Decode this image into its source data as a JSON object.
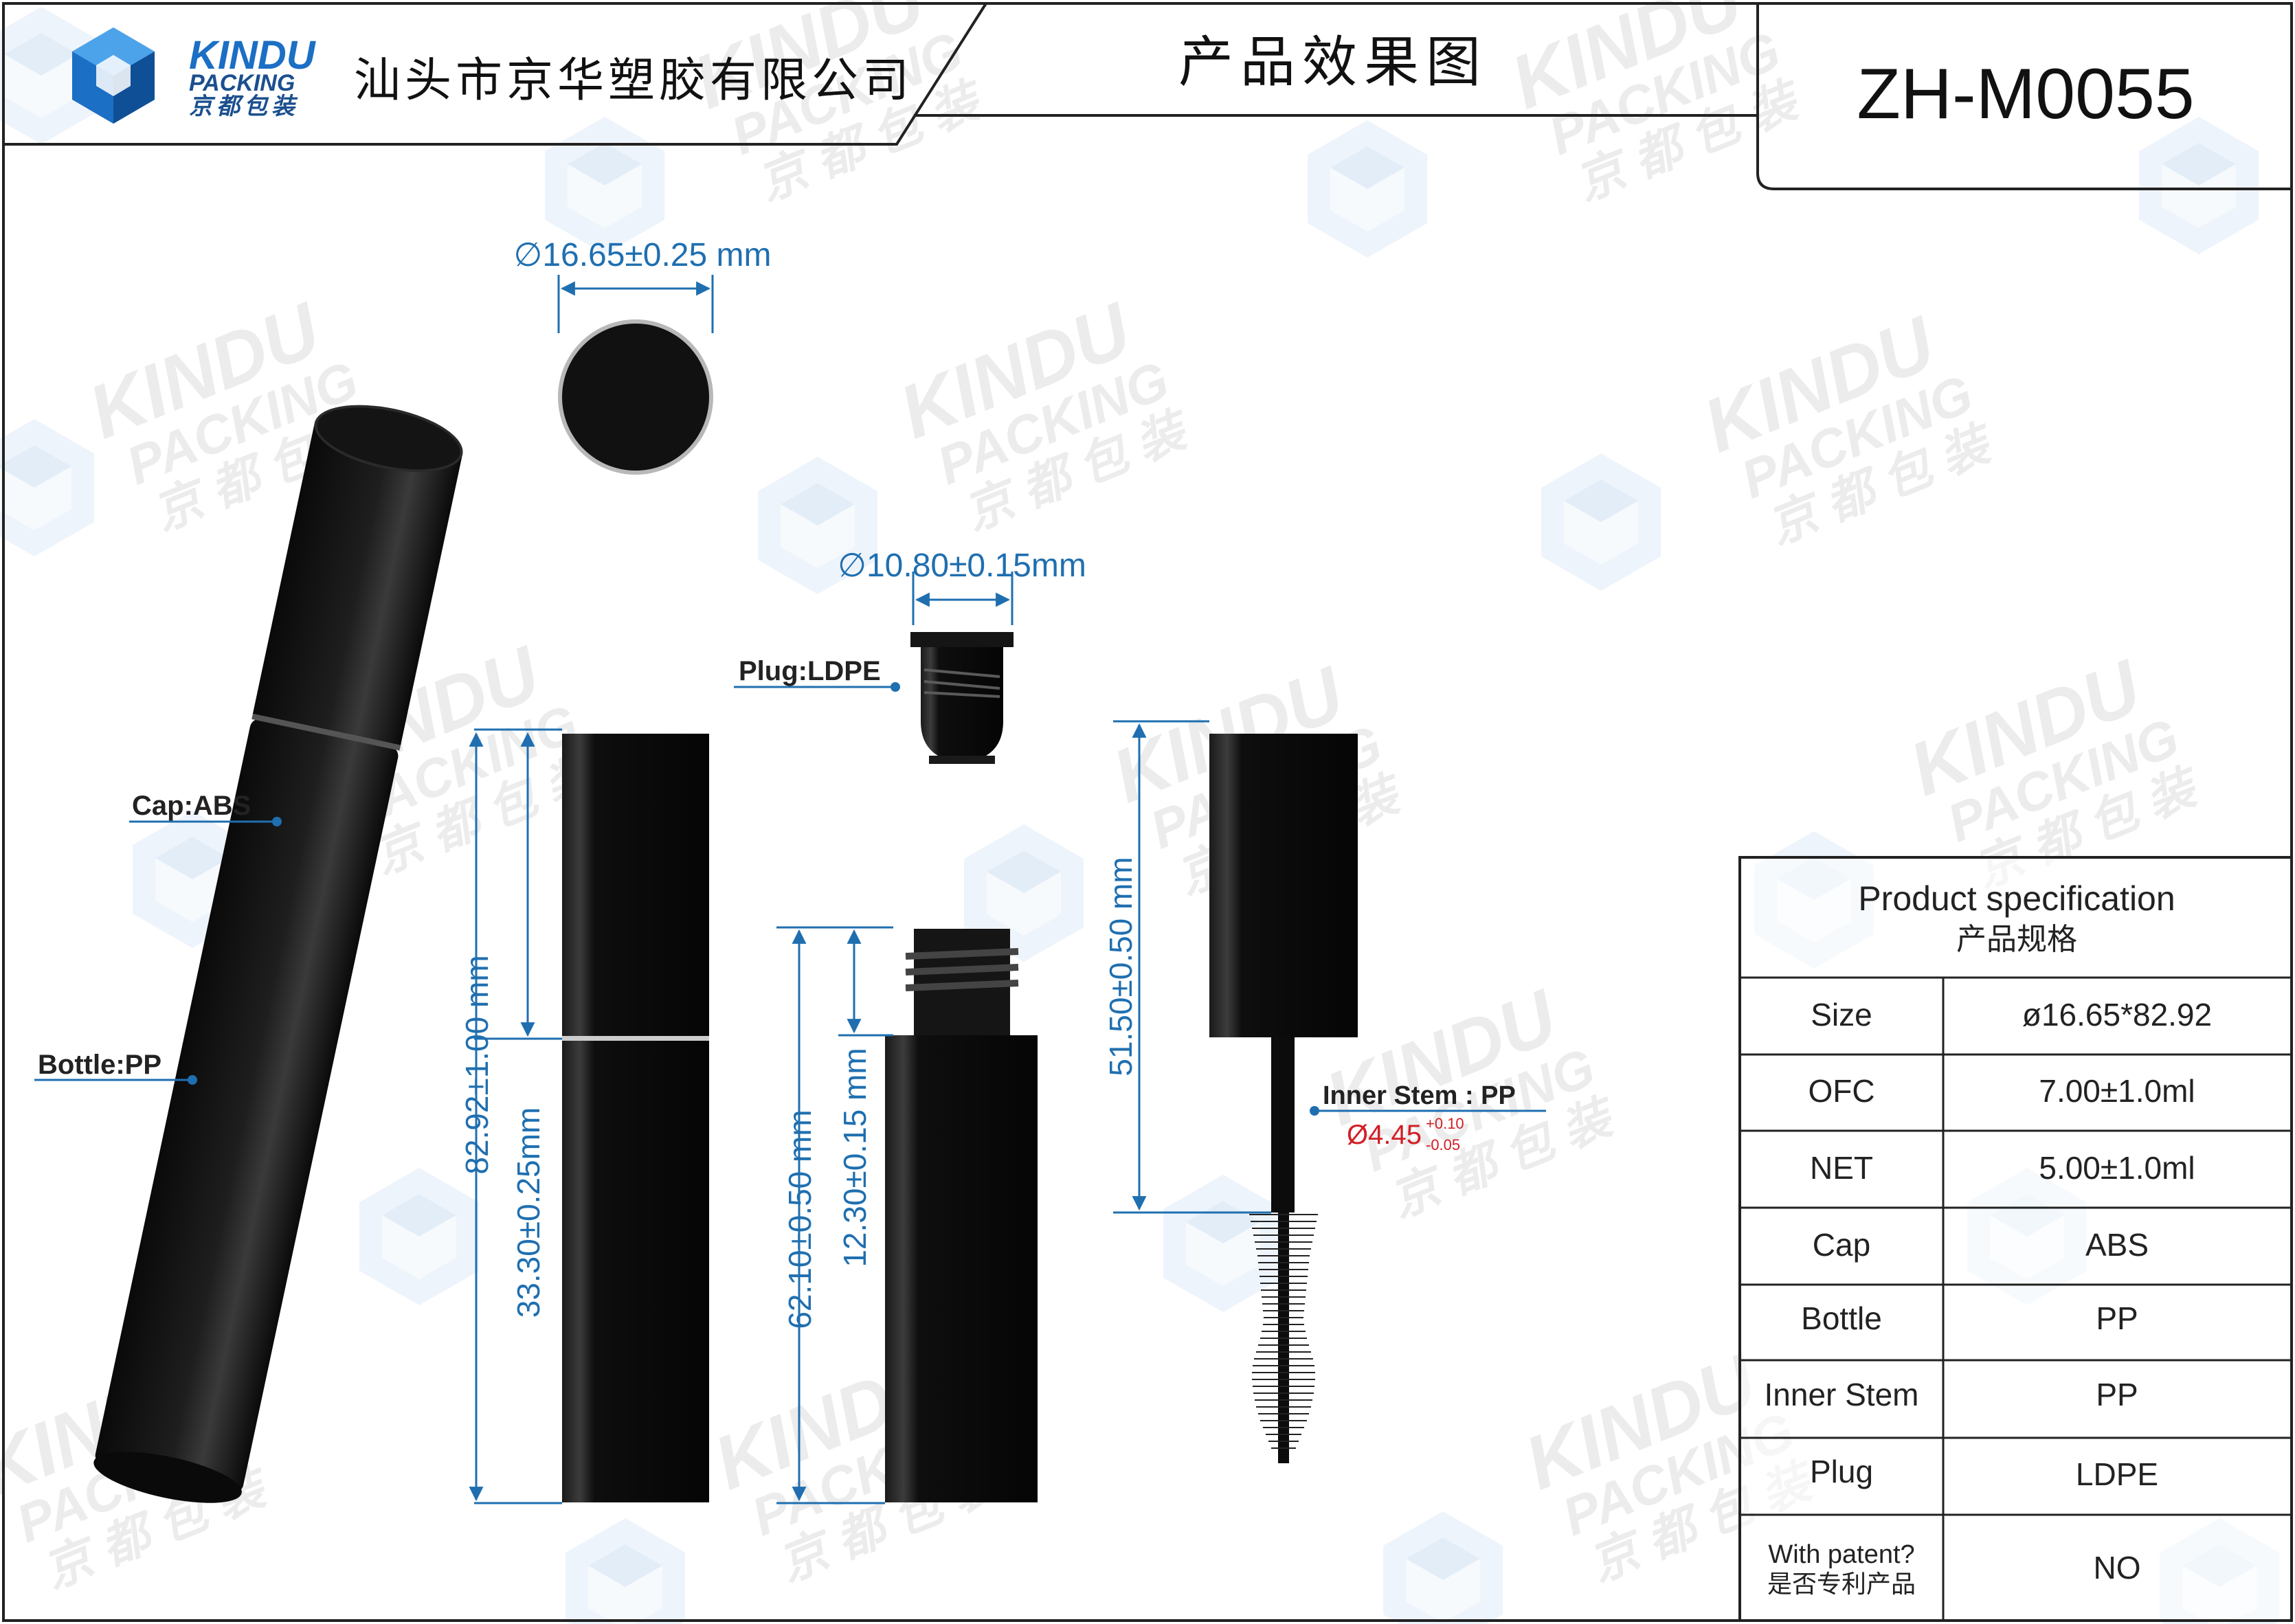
{
  "header": {
    "brand_name": "KINDU",
    "brand_sub": "PACKING",
    "brand_cn": "京都包装",
    "company": "汕头市京华塑胶有限公司",
    "page_title": "产品效果图",
    "model_code": "ZH-M0055"
  },
  "watermark": {
    "line1": "KINDU",
    "line2": "PACKING",
    "line3": "京 都 包 装"
  },
  "dimensions": {
    "top_diameter": "∅16.65±0.25 mm",
    "plug_diameter": "∅10.80±0.15mm",
    "total_height": "82.92±1.00 mm",
    "cap_height": "33.30±0.25mm",
    "bottle_height": "62.10±0.50 mm",
    "neck_height": "12.30±0.15 mm",
    "stem_length": "51.50±0.50 mm",
    "stem_diameter": "Ø4.45",
    "stem_tol_upper": "+0.10",
    "stem_tol_lower": "-0.05"
  },
  "labels": {
    "cap": "Cap:ABS",
    "bottle": "Bottle:PP",
    "plug": "Plug:LDPE",
    "inner_stem": "Inner Stem : PP"
  },
  "spec_table": {
    "title_en": "Product specification",
    "title_cn": "产品规格",
    "rows": [
      {
        "label": "Size",
        "value": "ø16.65*82.92"
      },
      {
        "label": "OFC",
        "value": "7.00±1.0ml"
      },
      {
        "label": "NET",
        "value": "5.00±1.0ml"
      },
      {
        "label": "Cap",
        "value": "ABS"
      },
      {
        "label": "Bottle",
        "value": "PP"
      },
      {
        "label": "Inner Stem",
        "value": "PP"
      },
      {
        "label": "Plug",
        "value": "LDPE"
      }
    ],
    "patent_label_en": "With patent?",
    "patent_label_cn": "是否专利产品",
    "patent_value": "NO"
  },
  "colors": {
    "dimension_blue": "#1f6fb0",
    "tolerance_red": "#d21f26",
    "product_black": "#0c0c0c",
    "brand_blue": "#1b6fc4"
  }
}
